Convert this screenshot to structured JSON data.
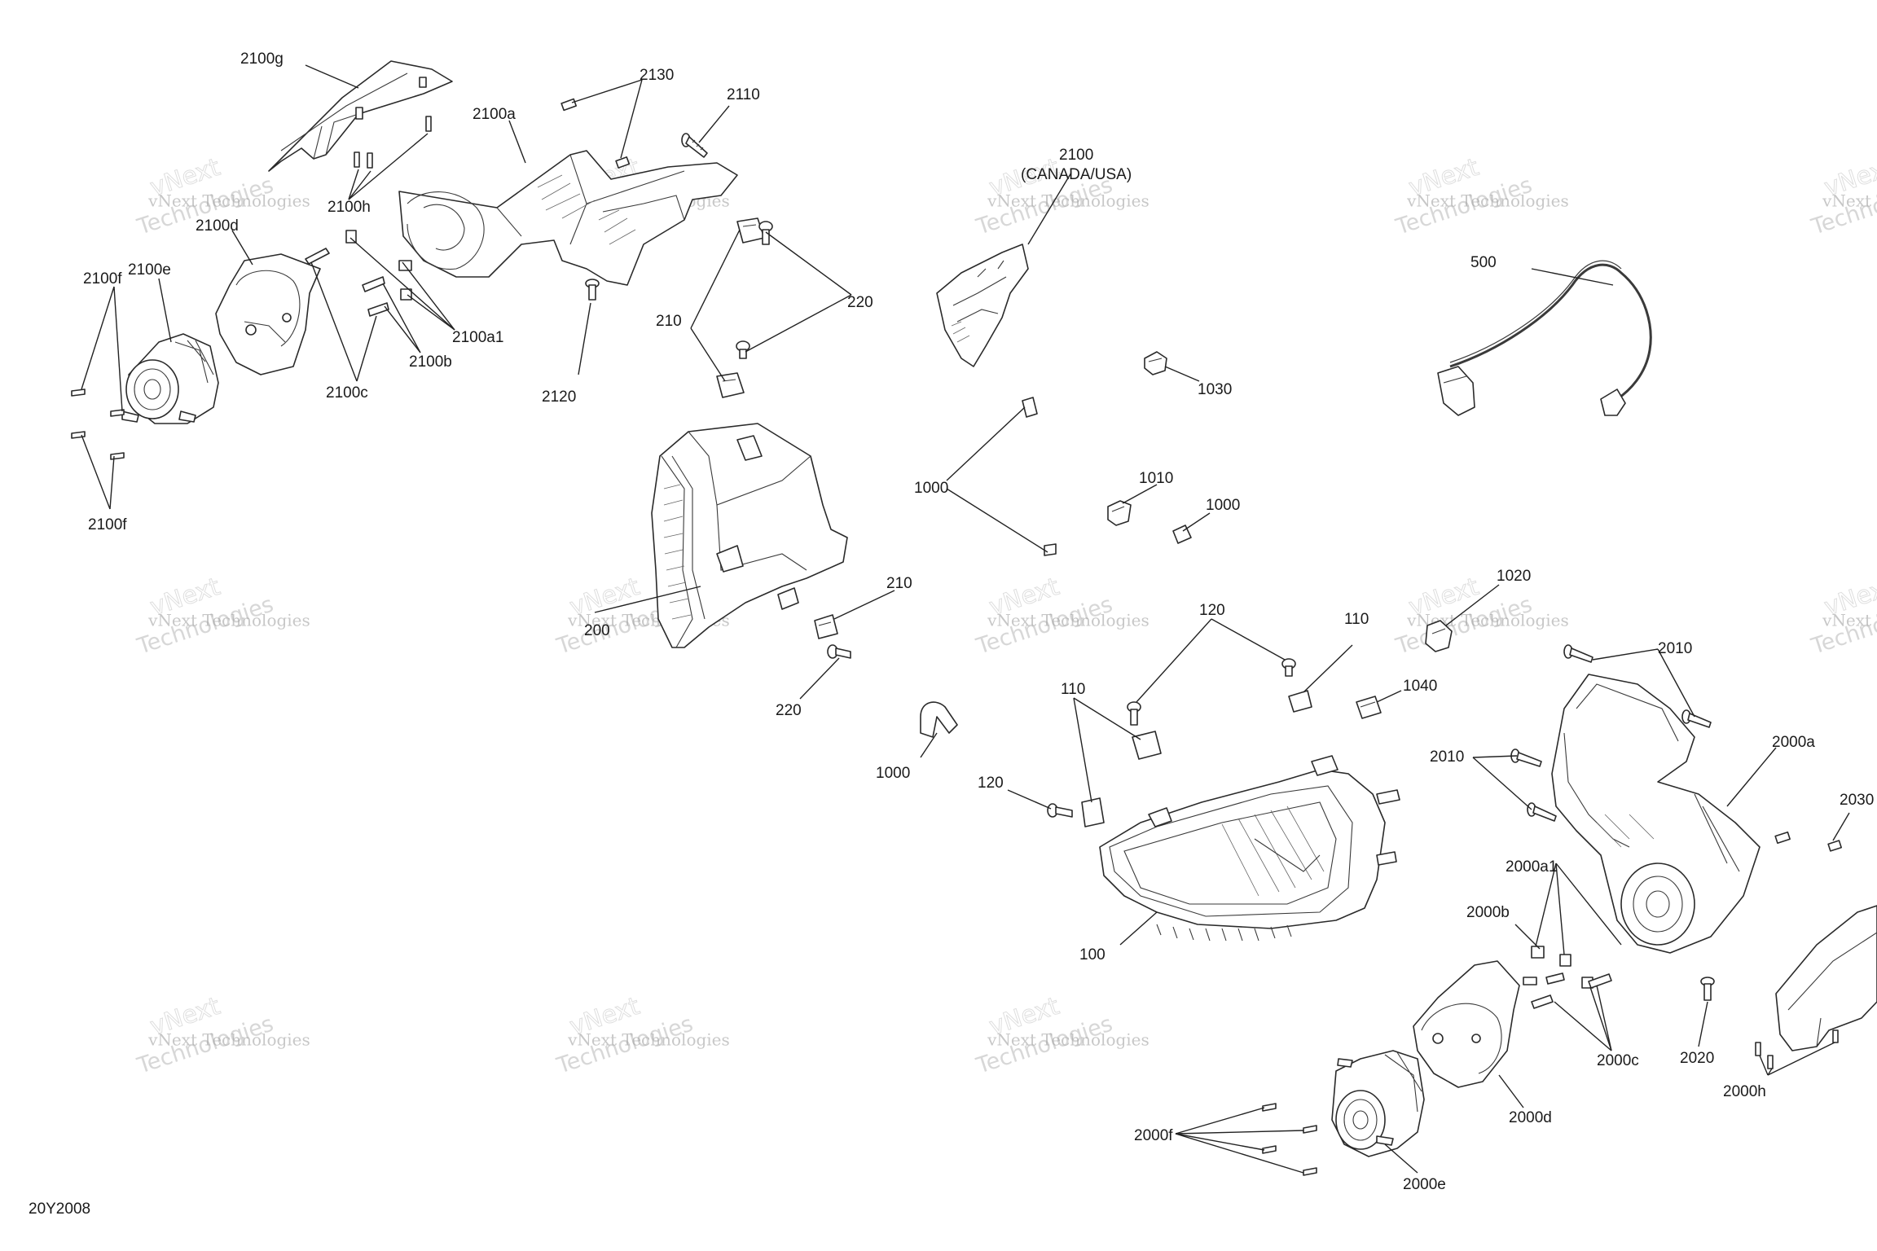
{
  "labels": {
    "l2100g": "2100g",
    "l2100a": "2100a",
    "l2130": "2130",
    "l2110": "2110",
    "l2100h": "2100h",
    "l2100d": "2100d",
    "l2100e": "2100e",
    "l2100f_top": "2100f",
    "l2100f_bot": "2100f",
    "l2100a1": "2100a1",
    "l2100b": "2100b",
    "l2100c": "2100c",
    "l2120": "2120",
    "l210_top": "210",
    "l220_top": "220",
    "l2100_canada": "2100",
    "l2100_canada_sub": "(CANADA/USA)",
    "l500": "500",
    "l1030": "1030",
    "l1000_a": "1000",
    "l1010": "1010",
    "l1000_b": "1000",
    "l210_mid": "210",
    "l200": "200",
    "l220_mid": "220",
    "l1020": "1020",
    "l120_top": "120",
    "l110_top": "110",
    "l2010_top": "2010",
    "l1040": "1040",
    "l110_left": "110",
    "l1000_c": "1000",
    "l120_left": "120",
    "l2010_left": "2010",
    "l2000a": "2000a",
    "l2030": "2030",
    "l2000a1": "2000a1",
    "l2000b": "2000b",
    "l100": "100",
    "l2000c": "2000c",
    "l2020": "2020",
    "l2000h": "2000h",
    "l2000d": "2000d",
    "l2000f": "2000f",
    "l2000e": "2000e",
    "drawing_code": "20Y2008"
  },
  "watermark": {
    "brand_big": "vNext",
    "line1": "vNext Technologies",
    "line2": "Technologies"
  }
}
